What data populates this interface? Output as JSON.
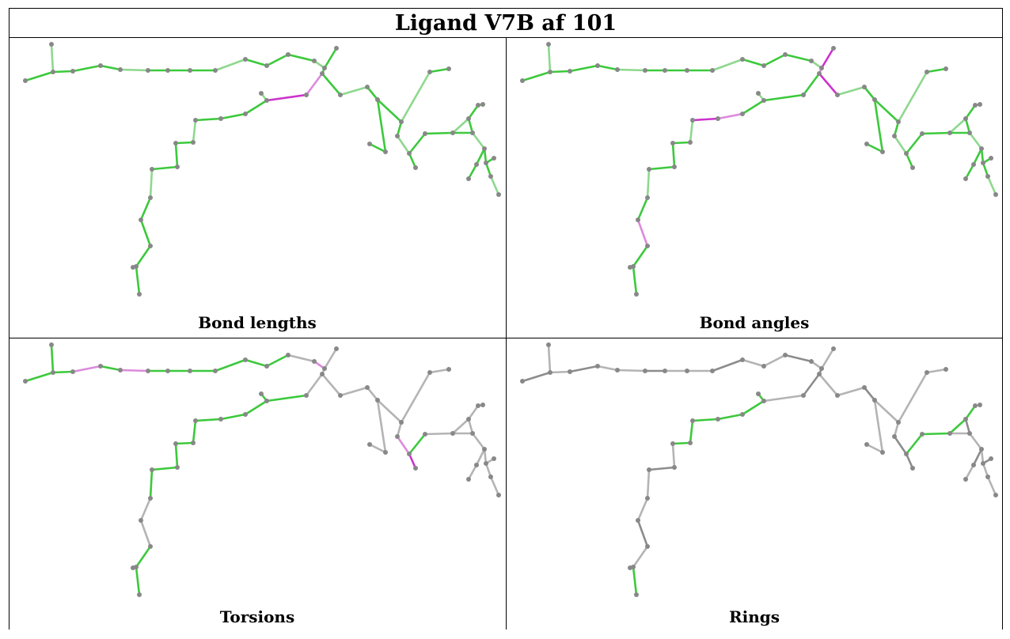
{
  "title": "Ligand V7B af 101",
  "panels": [
    {
      "caption": "Bond lengths"
    },
    {
      "caption": "Bond angles"
    },
    {
      "caption": "Torsions"
    },
    {
      "caption": "Rings"
    }
  ],
  "colors": {
    "good": "#3cc93c",
    "good_light": "#8ed88e",
    "outlier": "#cc33cc",
    "outlier_light": "#dc8adc",
    "neutral": "#b4b4b4",
    "neutral_dark": "#8c8c8c",
    "atom": "#888888"
  },
  "bond_status": {
    "bond_lengths": {
      "default": "good",
      "outlier": [
        27,
        28
      ]
    },
    "bond_angles": {
      "default": "good",
      "outlier": [
        14,
        15,
        16,
        31,
        32,
        39
      ]
    },
    "torsions": {
      "default": "mixed",
      "outlier": [
        13,
        24,
        21,
        3,
        5
      ]
    },
    "rings": {
      "default": "neutral",
      "ring": [
        29,
        30,
        31,
        32,
        33,
        34,
        41,
        42,
        43,
        44,
        45,
        46
      ]
    }
  }
}
